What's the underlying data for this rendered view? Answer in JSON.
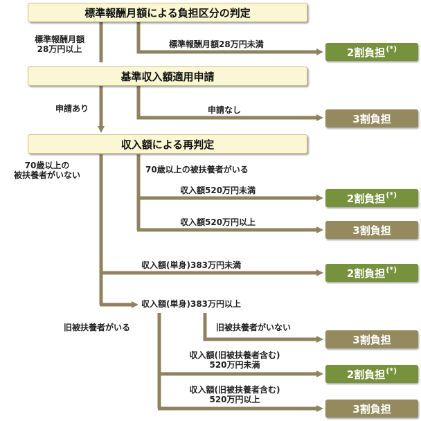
{
  "colors": {
    "header_fill": "#fbf6d3",
    "header_border": "#c9bf84",
    "result_2": "#77923c",
    "result_3": "#958a5e",
    "connector": "#908260"
  },
  "headers": {
    "h1": "標準報酬月額による負担区分の判定",
    "h2": "基準収入額適用申請",
    "h3": "収入額による再判定"
  },
  "labels": {
    "l_28above_line1": "標準報酬月額",
    "l_28above_line2": "28万円以上",
    "l_28below": "標準報酬月額28万円未満",
    "l_apply_yes": "申請あり",
    "l_apply_no": "申請なし",
    "l_70none_line1": "70歳以上の",
    "l_70none_line2": "被扶養者がいない",
    "l_70exists": "70歳以上の被扶養者がいる",
    "l_520below": "収入額520万円未満",
    "l_520above": "収入額520万円以上",
    "l_383below": "収入額(単身)383万円未満",
    "l_383above": "収入額(単身)383万円以上",
    "l_old_exists": "旧被扶養者がいる",
    "l_old_none": "旧被扶養者がいない",
    "l_incl_below_line1": "収入額(旧被扶養者含む)",
    "l_incl_below_line2": "520万円未満",
    "l_incl_above_line1": "収入額(旧被扶養者含む)",
    "l_incl_above_line2": "520万円以上"
  },
  "results": {
    "two_text": "2割負担",
    "two_mark": "(*)",
    "three_text": "3割負担"
  }
}
